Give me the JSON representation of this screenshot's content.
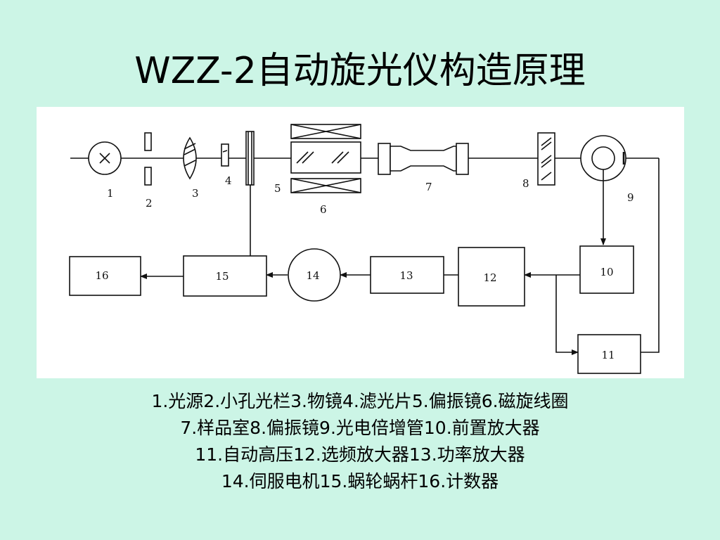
{
  "title": "WZZ-2自动旋光仪构造原理",
  "diagram": {
    "optical_labels": [
      "1",
      "2",
      "3",
      "4",
      "5",
      "6",
      "7",
      "8",
      "9"
    ],
    "blocks": [
      "16",
      "15",
      "14",
      "13",
      "12",
      "10",
      "11"
    ]
  },
  "caption": [
    "1.光源2.小孔光栏3.物镜4.滤光片5.偏振镜6.磁旋线圈",
    "7.样品室8.偏振镜9.光电倍增管10.前置放大器",
    "11.自动高压12.选频放大器13.功率放大器",
    "14.伺服电机15.蜗轮蜗杆16.计数器"
  ]
}
